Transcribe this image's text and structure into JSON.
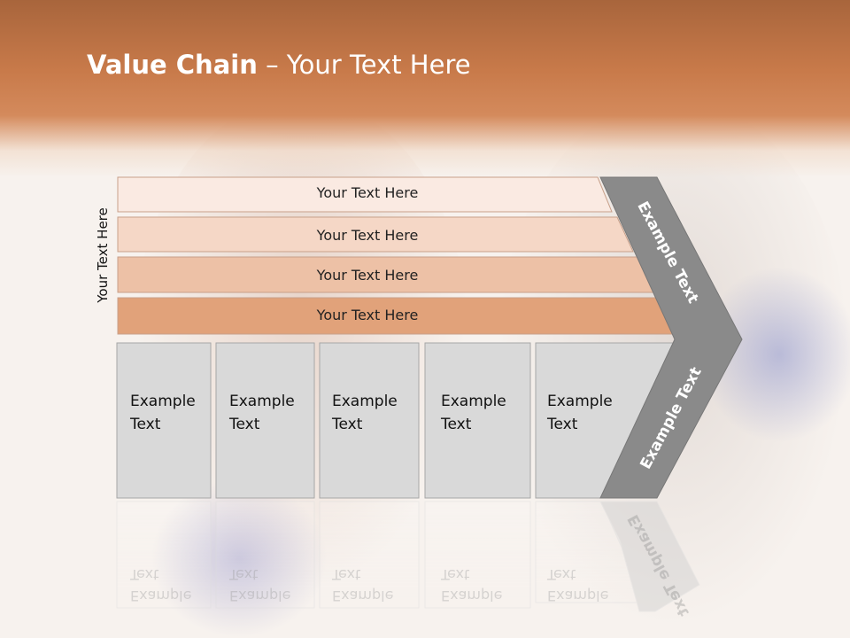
{
  "title": {
    "bold": "Value Chain",
    "rest": " – Your Text Here"
  },
  "vertical_label": "Your Text Here",
  "bands": [
    {
      "label": "Your Text Here",
      "fill": "#faeae2"
    },
    {
      "label": "Your Text Here",
      "fill": "#f5d7c6"
    },
    {
      "label": "Your Text Here",
      "fill": "#edc1a6"
    },
    {
      "label": "Your Text Here",
      "fill": "#e1a27a"
    }
  ],
  "boxes": [
    {
      "line1": "Example",
      "line2": "Text"
    },
    {
      "line1": "Example",
      "line2": "Text"
    },
    {
      "line1": "Example",
      "line2": "Text"
    },
    {
      "line1": "Example",
      "line2": "Text"
    },
    {
      "line1": "Example",
      "line2": "Text"
    }
  ],
  "chevron": {
    "upper_label": "Example Text",
    "lower_label": "Example Text",
    "fill": "#8a8a8a"
  },
  "colors": {
    "header": "#c87a4a",
    "box_fill": "#d9d9d9",
    "box_stroke": "#a6a6a6"
  }
}
